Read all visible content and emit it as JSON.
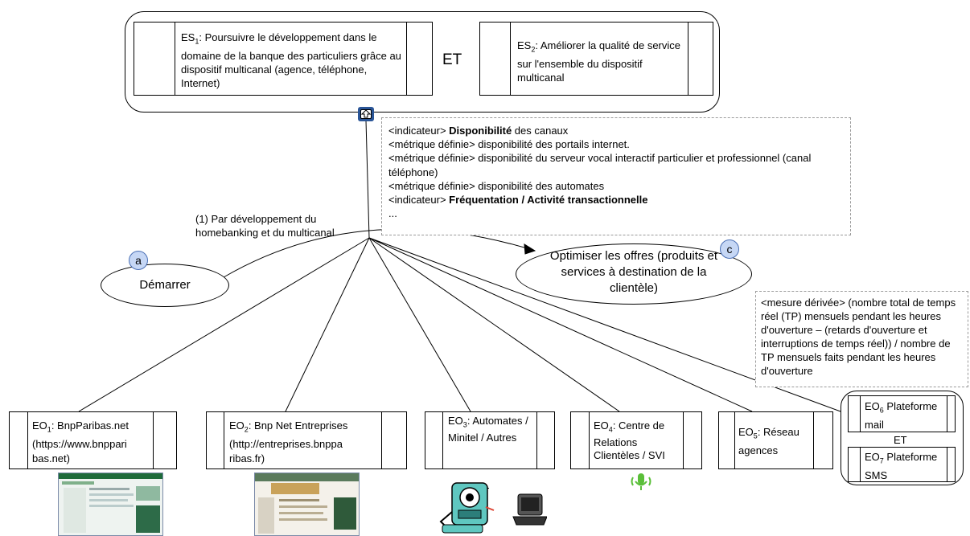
{
  "strategic": {
    "es1": {
      "prefix": "ES",
      "sub": "1",
      "text": ": Poursuivre le développement dans le domaine de la banque des particuliers grâce au dispositif multicanal (agence, téléphone, Internet)"
    },
    "connector": "ET",
    "es2": {
      "prefix": "ES",
      "sub": "2",
      "text": ": Améliorer la qualité de service sur l'ensemble du dispositif multicanal"
    }
  },
  "indicators": [
    {
      "pre": "<indicateur> ",
      "bold": "Disponibilité",
      "post": " des canaux"
    },
    {
      "pre": "<métrique définie> disponibilité des portails internet.",
      "bold": "",
      "post": ""
    },
    {
      "pre": "<métrique définie> disponibilité du serveur vocal interactif particulier et professionnel (canal téléphone)",
      "bold": "",
      "post": ""
    },
    {
      "pre": "<métrique définie> disponibilité des automates",
      "bold": "",
      "post": ""
    },
    {
      "pre": "<indicateur> ",
      "bold": "Fréquentation / Activité transactionnelle",
      "post": ""
    },
    {
      "pre": "...",
      "bold": "",
      "post": ""
    }
  ],
  "decomposition_label": "(1) Par développement du homebanking et du multicanal",
  "start": {
    "badge": "a",
    "label": "Démarrer"
  },
  "optimize": {
    "badge": "c",
    "label": "Optimiser les offres (produits et services à destination de la clientèle)"
  },
  "measure": "<mesure dérivée> (nombre total de temps réel (TP) mensuels pendant les heures d'ouverture – (retards d'ouverture et interruptions de temps réel)) / nombre de TP mensuels faits pendant les heures d'ouverture",
  "operational": [
    {
      "prefix": "EO",
      "sub": "1",
      "text": ": BnpParibas.net (https://www.bnppari bas.net)"
    },
    {
      "prefix": "EO",
      "sub": "2",
      "text": ": Bnp Net Entreprises (http://entreprises.bnppa ribas.fr)"
    },
    {
      "prefix": "EO",
      "sub": "3",
      "text": ": Automates / Minitel / Autres"
    },
    {
      "prefix": "EO",
      "sub": "4",
      "text": ": Centre de Relations Clientèles / SVI"
    },
    {
      "prefix": "EO",
      "sub": "5",
      "text": ": Réseau agences"
    }
  ],
  "group": {
    "eo6": {
      "prefix": "EO",
      "sub": "6",
      "text": " Plateforme mail"
    },
    "connector": "ET",
    "eo7": {
      "prefix": "EO",
      "sub": "7",
      "text": " Plateforme SMS"
    }
  },
  "colors": {
    "badge_fill": "#c6d7f5",
    "link_icon": "#2a5597",
    "dash": "#9a9a9a"
  }
}
